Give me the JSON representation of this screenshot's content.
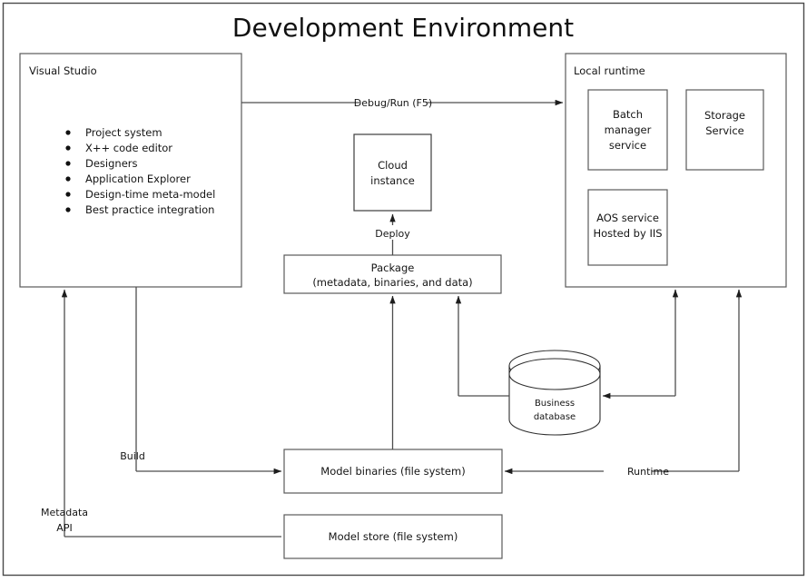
{
  "title": "Development Environment",
  "colors": {
    "background": "#ffffff",
    "box_border": "#5a5a5a",
    "connector": "#4d4d4d",
    "text": "#151515",
    "outer_border": "#4a4a4a"
  },
  "visual_studio": {
    "label": "Visual Studio",
    "features": [
      "Project system",
      "X++ code editor",
      "Designers",
      "Application Explorer",
      "Design-time meta-model",
      "Best practice integration"
    ]
  },
  "local_runtime": {
    "label": "Local runtime",
    "services": [
      {
        "name": "batch-manager-service",
        "lines": [
          "Batch",
          "manager",
          "service"
        ]
      },
      {
        "name": "storage-service",
        "lines": [
          "Storage",
          "Service"
        ]
      },
      {
        "name": "aos-service",
        "lines": [
          "AOS service",
          "Hosted by IIS"
        ]
      }
    ]
  },
  "cloud_instance": {
    "lines": [
      "Cloud",
      "instance"
    ]
  },
  "package": {
    "lines": [
      "Package",
      "(metadata, binaries, and data)"
    ]
  },
  "business_database": {
    "lines": [
      "Business",
      "database"
    ]
  },
  "model_binaries": {
    "label": "Model binaries (file system)"
  },
  "model_store": {
    "label": "Model store (file system)"
  },
  "connectors": [
    {
      "name": "debug-run",
      "label": "Debug/Run (F5)",
      "from": "visual-studio",
      "to": "local-runtime"
    },
    {
      "name": "deploy",
      "label": "Deploy",
      "from": "package",
      "to": "cloud-instance"
    },
    {
      "name": "build",
      "label": "Build",
      "from": "visual-studio",
      "to": "model-binaries"
    },
    {
      "name": "metadata-api",
      "label": "Metadata\nAPI",
      "label_line1": "Metadata",
      "label_line2": "API",
      "from": "model-store",
      "to": "visual-studio"
    },
    {
      "name": "runtime",
      "label": "Runtime",
      "from": "local-runtime",
      "to": "model-binaries"
    },
    {
      "name": "binaries-to-package",
      "label": "",
      "from": "model-binaries",
      "to": "package"
    },
    {
      "name": "database-to-package",
      "label": "",
      "from": "business-database",
      "to": "package"
    },
    {
      "name": "runtime-to-database",
      "label": "",
      "from": "local-runtime",
      "to": "business-database"
    }
  ]
}
